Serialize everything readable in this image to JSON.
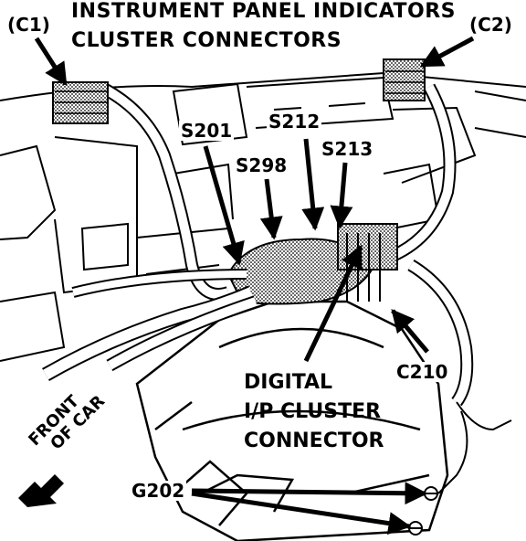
{
  "title": {
    "line1": "INSTRUMENT PANEL INDICATORS",
    "line2": "CLUSTER CONNECTORS"
  },
  "labels": {
    "c1": "(C1)",
    "c2": "(C2)",
    "s201": "S201",
    "s212": "S212",
    "s213": "S213",
    "s298": "S298",
    "c210": "C210",
    "g202": "G202",
    "digital": [
      "DIGITAL",
      "I/P CLUSTER",
      "CONNECTOR"
    ],
    "front": [
      "FRONT",
      "OF CAR"
    ]
  },
  "colors": {
    "ink": "#000000",
    "paper": "#ffffff",
    "shade": "#9a9a9a"
  }
}
